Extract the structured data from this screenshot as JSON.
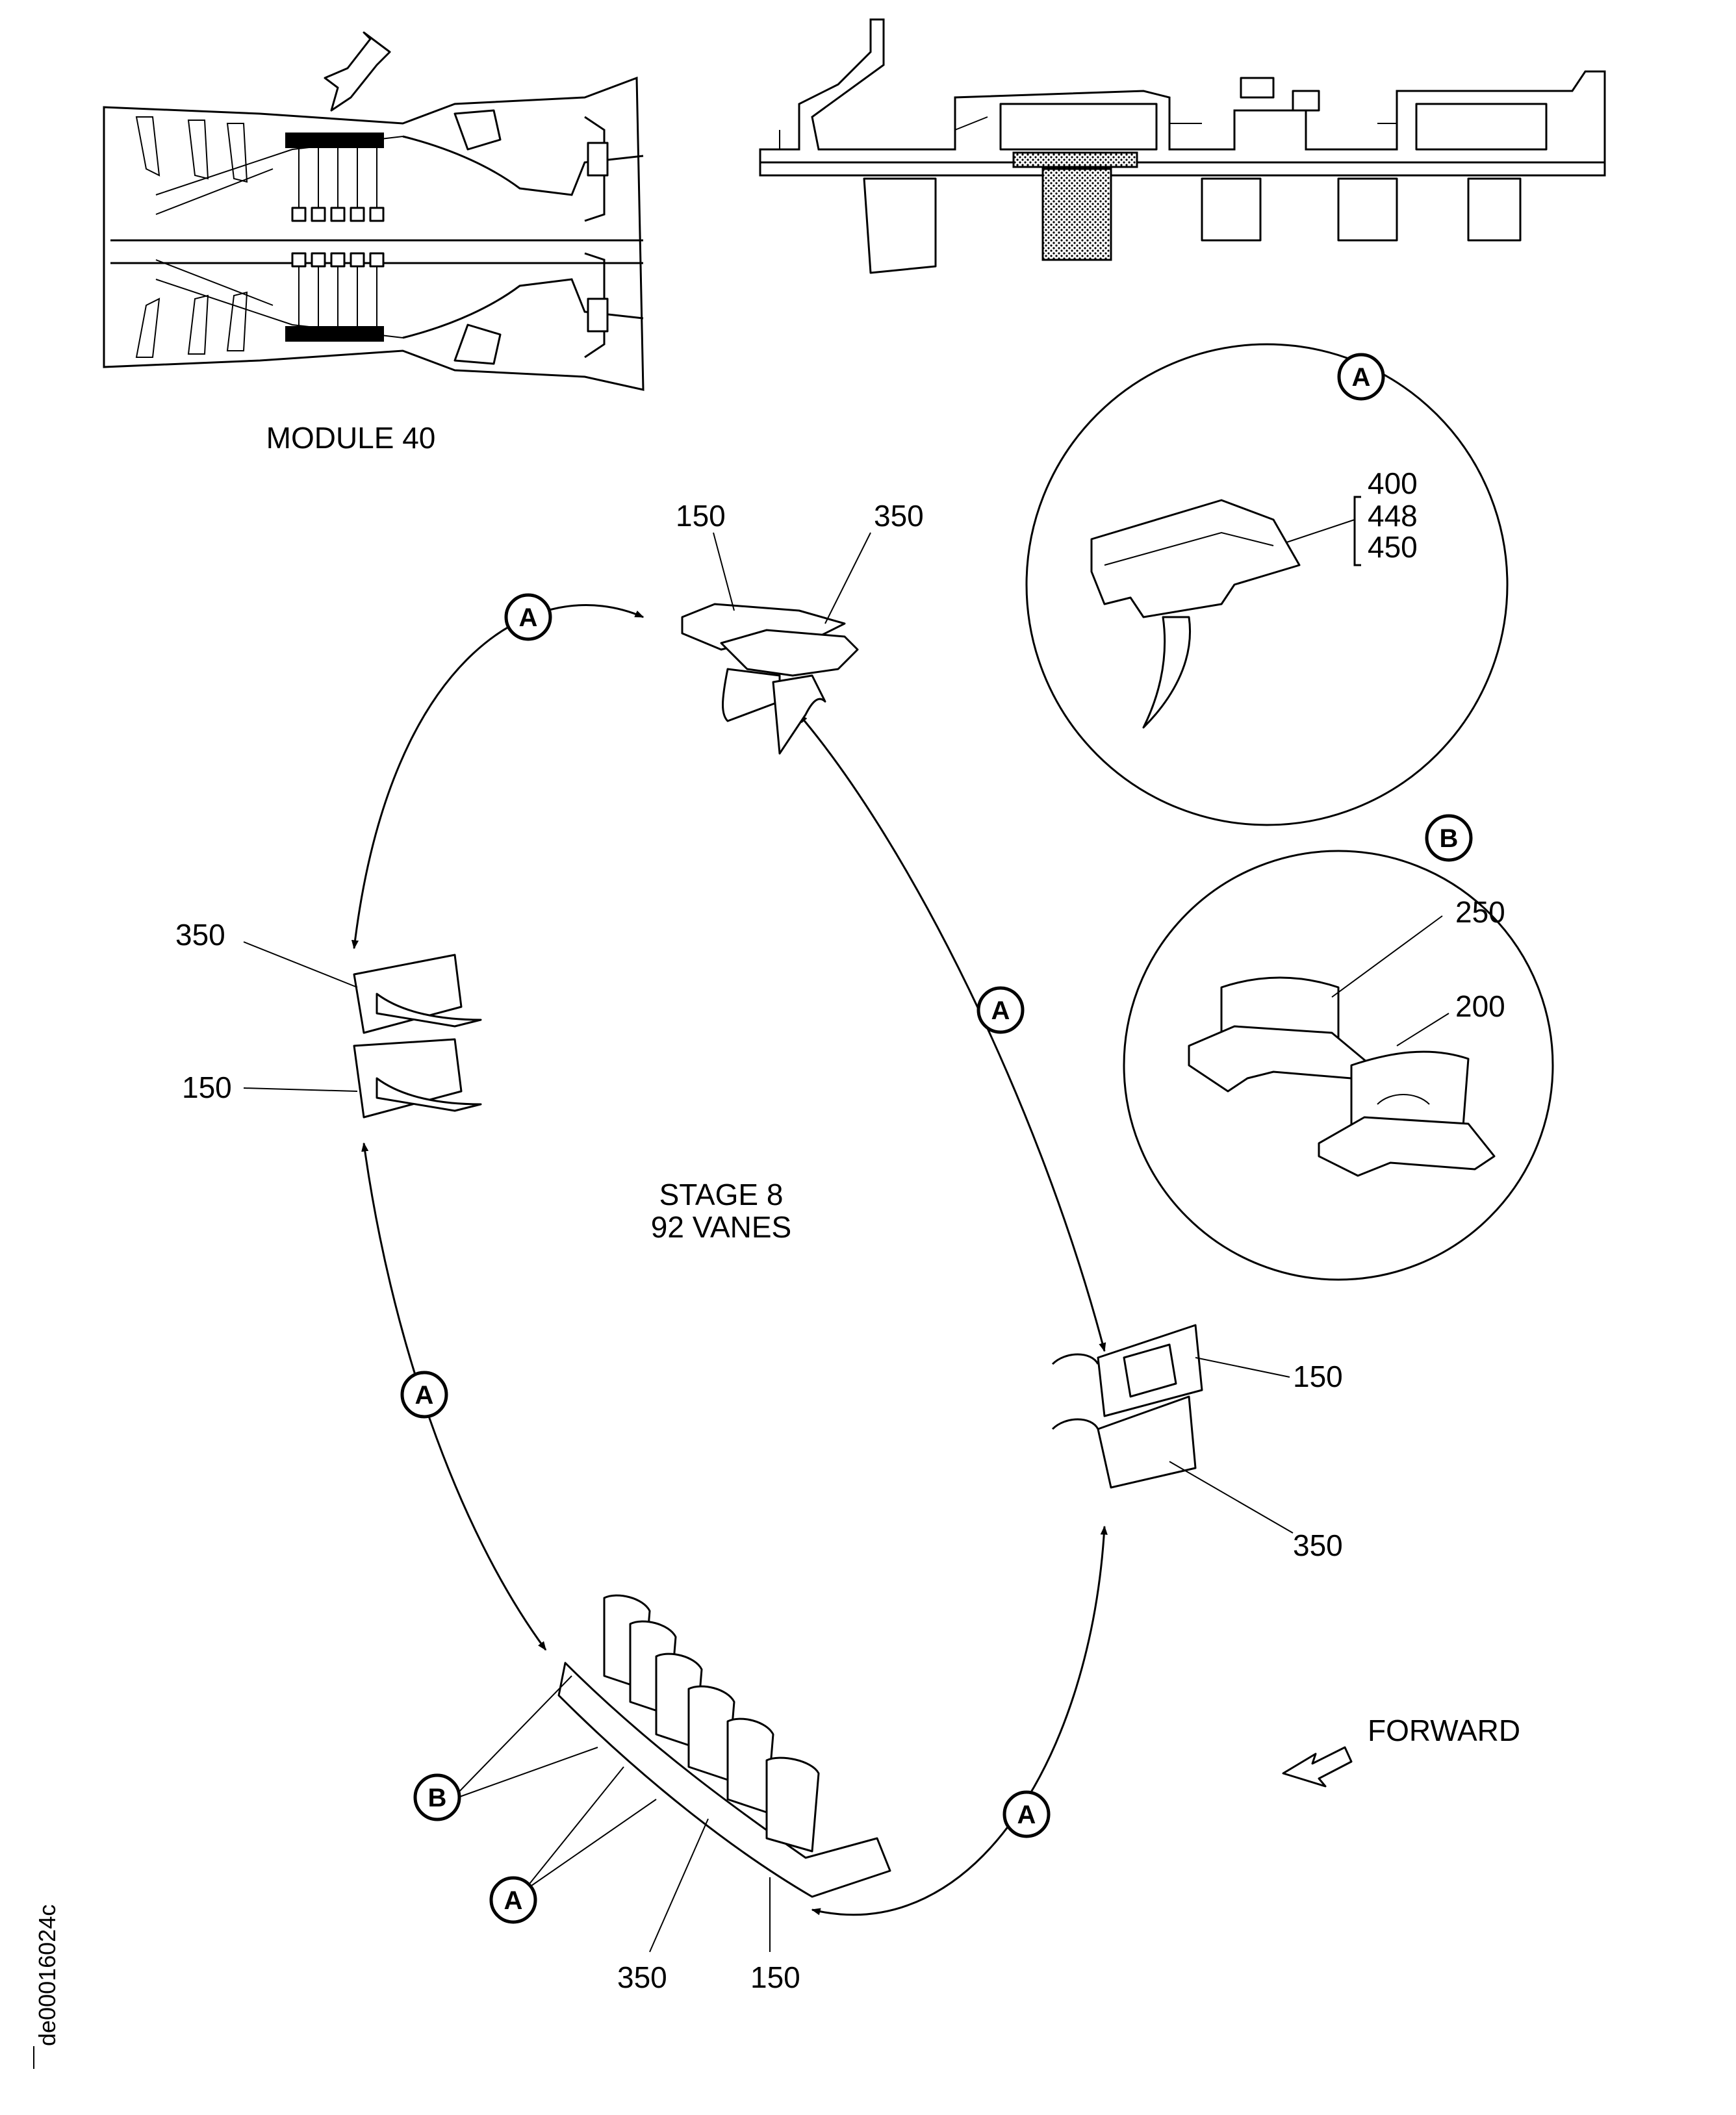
{
  "module_label": "MODULE 40",
  "stage_label": {
    "line1": "STAGE 8",
    "line2": "92 VANES"
  },
  "forward_label": "FORWARD",
  "detail_tags": {
    "a": "A",
    "b": "B"
  },
  "detail_a_parts": [
    "400",
    "448",
    "450"
  ],
  "detail_b_parts": {
    "upper": "250",
    "lower": "200"
  },
  "callouts": {
    "top_left": "150",
    "top_right": "350",
    "left_upper": "350",
    "left_lower": "150",
    "right_upper": "150",
    "right_lower": "350",
    "bottom_left": "350",
    "bottom_right": "150"
  },
  "doc_id": "de00016024c"
}
